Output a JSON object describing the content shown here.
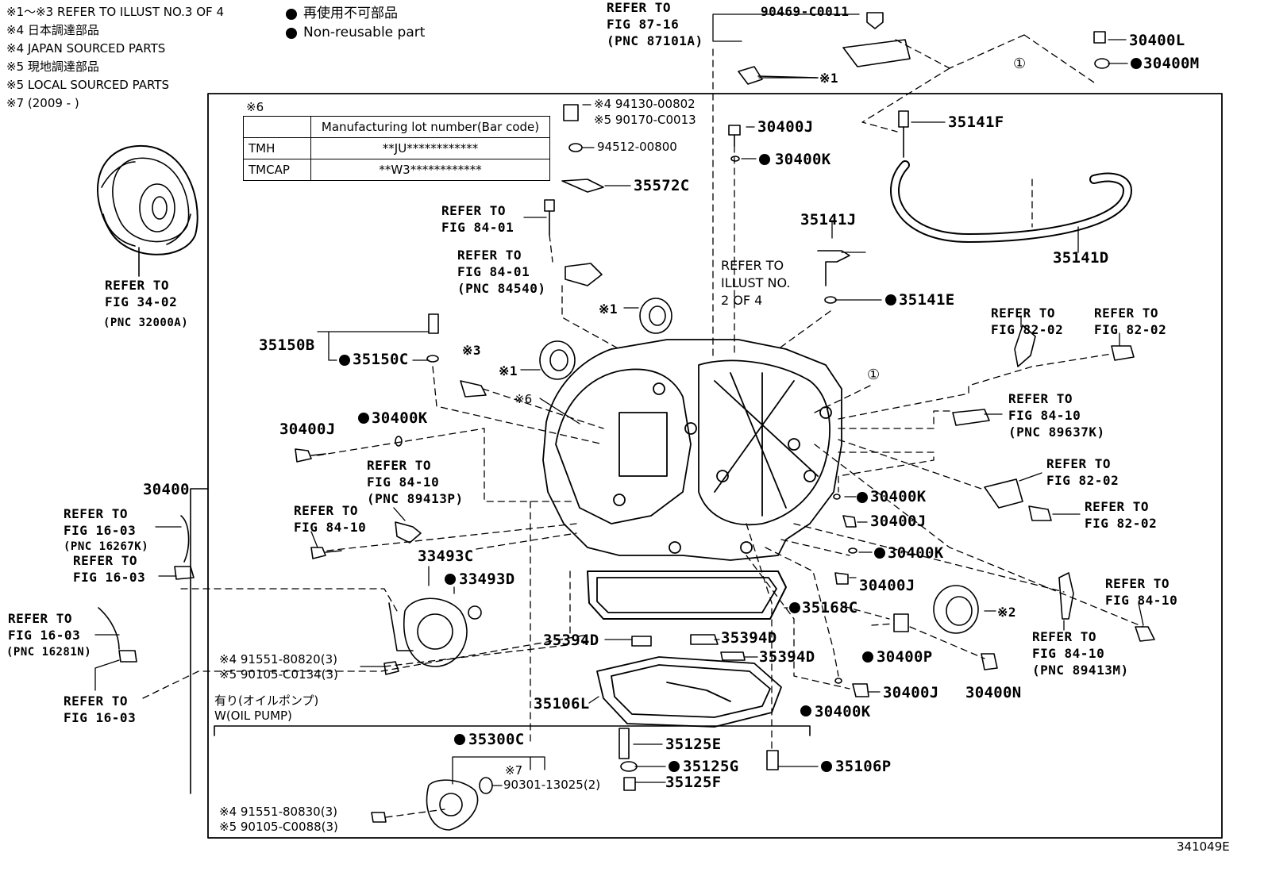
{
  "notes": {
    "n1": "※1〜※3 REFER TO ILLUST NO.3 OF 4",
    "n2": "※4 日本調達部品",
    "n3": "※4 JAPAN SOURCED PARTS",
    "n4": "※5 現地調達部品",
    "n5": "※5 LOCAL SOURCED PARTS",
    "n6": "※7 (2009 -      )"
  },
  "legend": {
    "jp": "再使用不可部品",
    "en": "Non-reusable part"
  },
  "lot_table": {
    "mark": "※6",
    "header": "Manufacturing lot number(Bar code)",
    "rows": [
      {
        "plant": "TMH",
        "code": "**JU************"
      },
      {
        "plant": "TMCAP",
        "code": "**W3************"
      }
    ]
  },
  "oil_pump": {
    "jp": "有り(オイルポンプ)",
    "en": "W(OIL PUMP)"
  },
  "labels": {
    "l001": "REFER TO",
    "l002": "FIG 87-16",
    "l003": "(PNC 87101A)",
    "l004": "90469-C0011",
    "l005": "※1",
    "l006": "30400L",
    "l007": "30400M",
    "l008": "①",
    "l009": "※4 94130-00802",
    "l010": "※5 90170-C0013",
    "l011": "94512-00800",
    "l012": "35572C",
    "l013": "30400J",
    "l014": "30400K",
    "l015": "35141F",
    "l016": "REFER TO",
    "l017": "FIG 84-01",
    "l018": "REFER TO",
    "l019": "FIG 84-01",
    "l020": "(PNC 84540)",
    "l021": "35141J",
    "l022": "35141D",
    "l023": "REFER TO",
    "l024": "ILLUST NO.",
    "l025": "2 OF 4",
    "l026": "35141E",
    "l027": "※1",
    "l028": "REFER TO",
    "l029": "FIG 34-02",
    "l030": "(PNC 32000A)",
    "l031": "35150B",
    "l032": "35150C",
    "l033": "※3",
    "l034": "※1",
    "l035": "※6",
    "l036": "REFER TO",
    "l037": "FIG 82-02",
    "l038": "REFER TO",
    "l039": "FIG 82-02",
    "l040": "①",
    "l041": "30400J",
    "l042": "30400K",
    "l043": "REFER TO",
    "l044": "FIG 84-10",
    "l045": "(PNC 89637K)",
    "l046": "REFER TO",
    "l047": "FIG 84-10",
    "l048": "(PNC 89413P)",
    "l049": "30400",
    "l050": "REFER TO",
    "l051": "FIG 82-02",
    "l052": "REFER TO",
    "l053": "FIG 82-02",
    "l054": "REFER TO",
    "l055": "FIG 16-03",
    "l056": "(PNC 16267K)",
    "l057": "REFER TO",
    "l058": "FIG 16-03",
    "l059": "REFER TO",
    "l060": "FIG 84-10",
    "l061": "30400K",
    "l062": "30400J",
    "l063": "30400K",
    "l064": "30400J",
    "l065": "33493C",
    "l066": "33493D",
    "l067": "REFER TO",
    "l068": "FIG 84-10",
    "l069": "35168C",
    "l070": "※2",
    "l071": "REFER TO",
    "l072": "FIG 16-03",
    "l073": "(PNC 16281N)",
    "l074": "35394D",
    "l075": "35394D",
    "l076": "35394D",
    "l077": "30400P",
    "l078": "REFER TO",
    "l079": "FIG 84-10",
    "l080": "(PNC 89413M)",
    "l081": "※4 91551-80820(3)",
    "l082": "※5 90105-C0134(3)",
    "l083": "30400J",
    "l084": "30400N",
    "l085": "30400K",
    "l086": "REFER TO",
    "l087": "FIG 16-03",
    "l088": "35106L",
    "l089": "35300C",
    "l090": "35125E",
    "l091": "※7",
    "l092": "35125G",
    "l093": "35106P",
    "l094": "90301-13025(2)",
    "l095": "35125F",
    "l096": "※4 91551-80830(3)",
    "l097": "※5 90105-C0088(3)",
    "l098": "341049E"
  }
}
